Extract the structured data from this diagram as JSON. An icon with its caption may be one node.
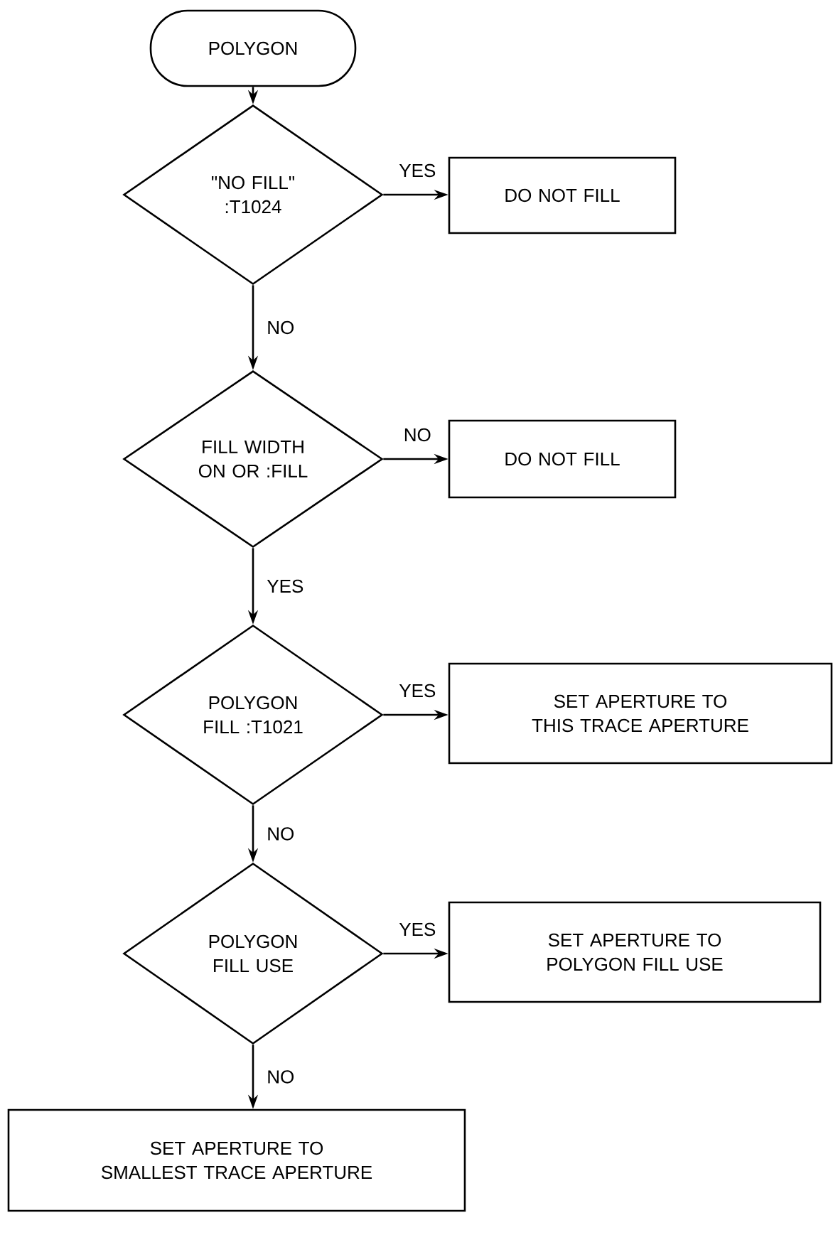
{
  "diagram": {
    "nodes": [
      {
        "text": [
          "POLYGON"
        ]
      },
      {
        "text": [
          "\"NO FILL\" :T1024"
        ]
      },
      {
        "text": [
          "DO NOT FILL"
        ]
      },
      {
        "text": [
          "FILL WIDTH ON OR :FILL"
        ]
      },
      {
        "text": [
          "DO NOT FILL"
        ]
      },
      {
        "text": [
          "POLYGON FILL :T1021"
        ]
      },
      {
        "text": [
          "SET APERTURE TO THIS TRACE APERTURE"
        ]
      },
      {
        "text": [
          "POLYGON FILL USE"
        ]
      },
      {
        "text": [
          "SET APERTURE TO POLYGON FILL USE"
        ]
      },
      {
        "text": [
          "SET APERTURE TO SMALLEST TRACE APERTURE"
        ]
      }
    ],
    "edges": [
      {
        "from": 0,
        "to": 1,
        "arrow": "to"
      },
      {
        "from": 1,
        "to": 2,
        "arrow": "to",
        "label": "YES"
      },
      {
        "from": 1,
        "to": 3,
        "arrow": "to",
        "label": "NO"
      },
      {
        "from": 3,
        "to": 4,
        "arrow": "to",
        "label": "NO"
      },
      {
        "from": 3,
        "to": 5,
        "arrow": "to",
        "label": "YES"
      },
      {
        "from": 5,
        "to": 6,
        "arrow": "to",
        "label": "YES"
      },
      {
        "from": 5,
        "to": 7,
        "arrow": "to",
        "label": "NO"
      },
      {
        "from": 7,
        "to": 8,
        "arrow": "to",
        "label": "YES"
      },
      {
        "from": 7,
        "to": 9,
        "arrow": "to",
        "label": "NO"
      }
    ]
  }
}
